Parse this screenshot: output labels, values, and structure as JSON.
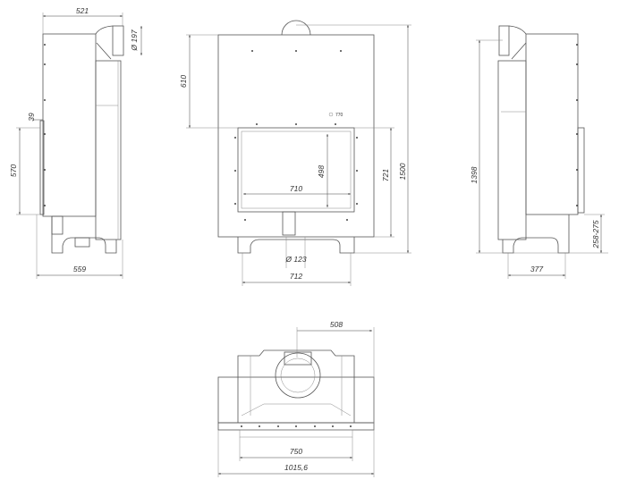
{
  "drawing": {
    "logo_text": "770",
    "side_left": {
      "depth": "521",
      "flue_diameter": "Ø 197",
      "front_offset": "39",
      "door_height": "570",
      "total_depth": "559"
    },
    "front": {
      "top_height": "610",
      "door_opening_height": "498",
      "door_opening_width": "710",
      "bottom_height": "721",
      "total_height": "1500",
      "air_inlet_diameter": "Ø 123",
      "leg_spacing": "712"
    },
    "side_right": {
      "total_height": "1398",
      "leg_spacing": "377",
      "leg_height_range": "258-275"
    },
    "top": {
      "flue_offset": "508",
      "inner_width": "750",
      "total_width": "1015,6"
    }
  }
}
